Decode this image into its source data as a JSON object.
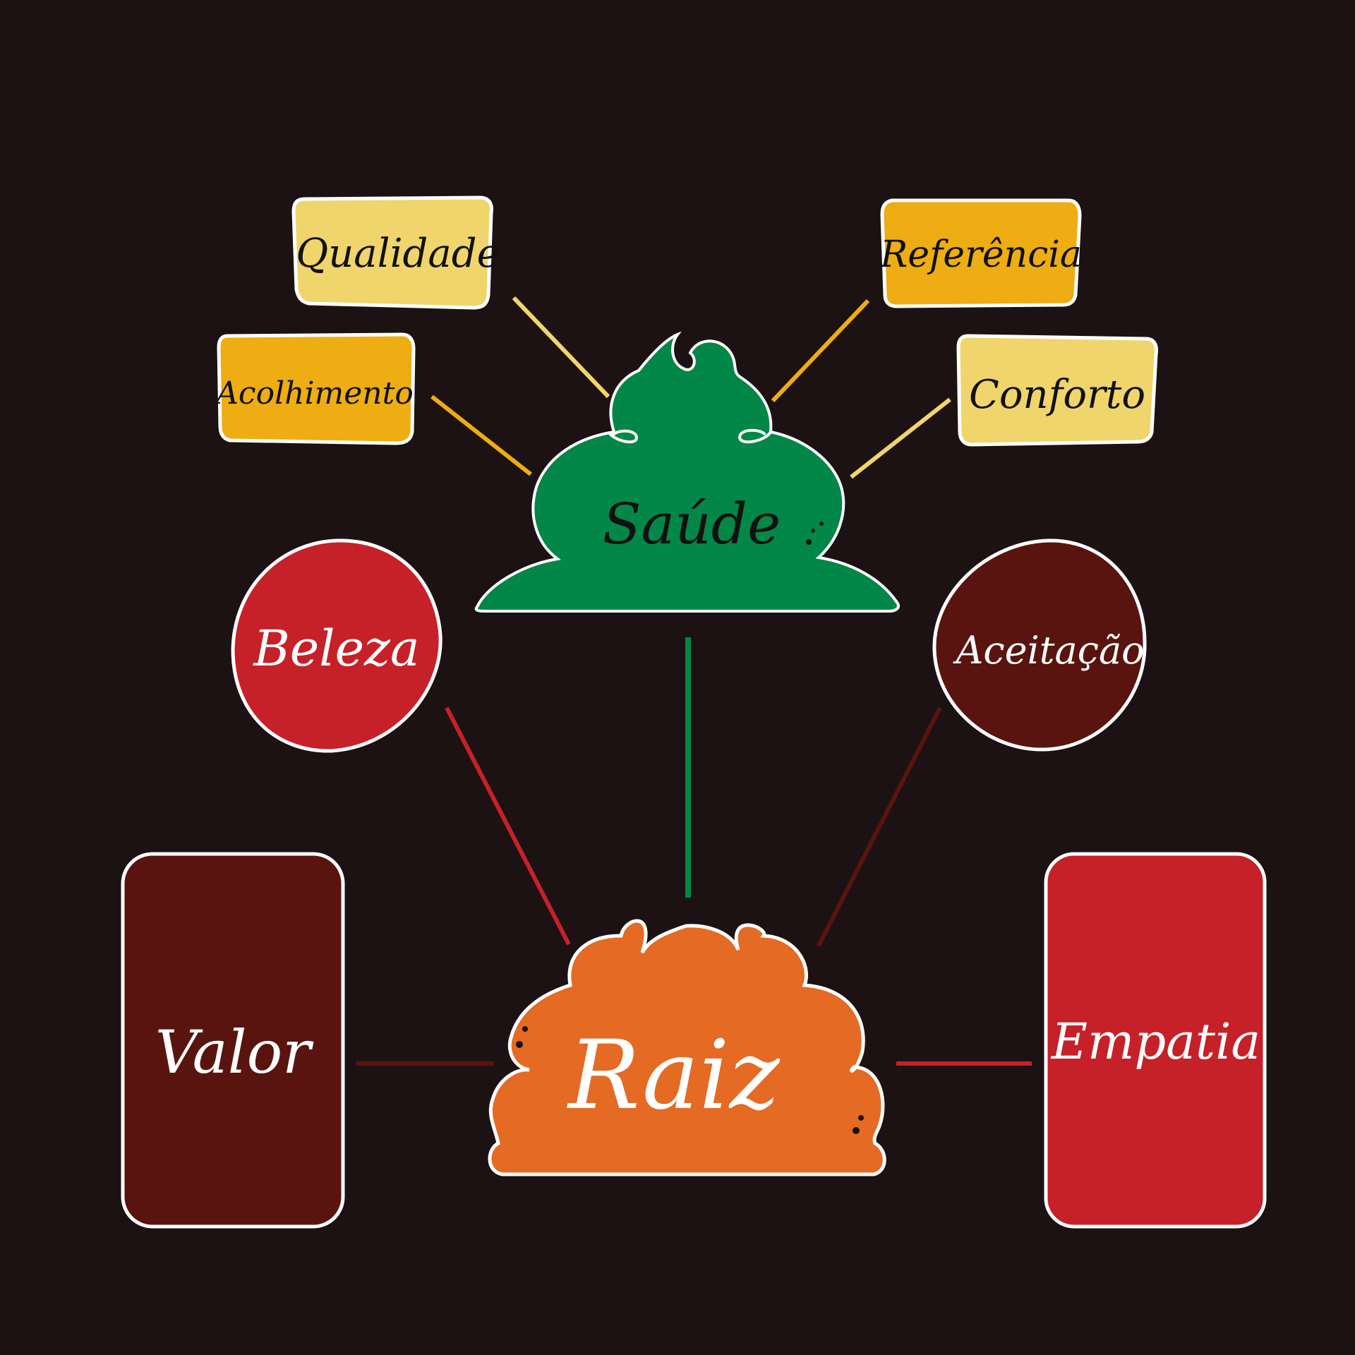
{
  "colors": {
    "background": "#1d1213",
    "green": "#038748",
    "orange": "#e56a24",
    "red": "#c62128",
    "maroon": "#5a1410",
    "yellow_light": "#f0d56c",
    "yellow_dark": "#edad13",
    "outline": "#ffffff",
    "text_dark": "#111111",
    "text_light": "#ffffff"
  },
  "diagram": {
    "center_bottom": "Raiz",
    "center_top": "Saúde",
    "left_circle": "Beleza",
    "right_circle": "Aceitação",
    "left_card": "Valor",
    "right_card": "Empatia",
    "tag_top_left": "Qualidade",
    "tag_mid_left": "Acolhimento",
    "tag_top_right": "Referência",
    "tag_mid_right": "Conforto"
  }
}
